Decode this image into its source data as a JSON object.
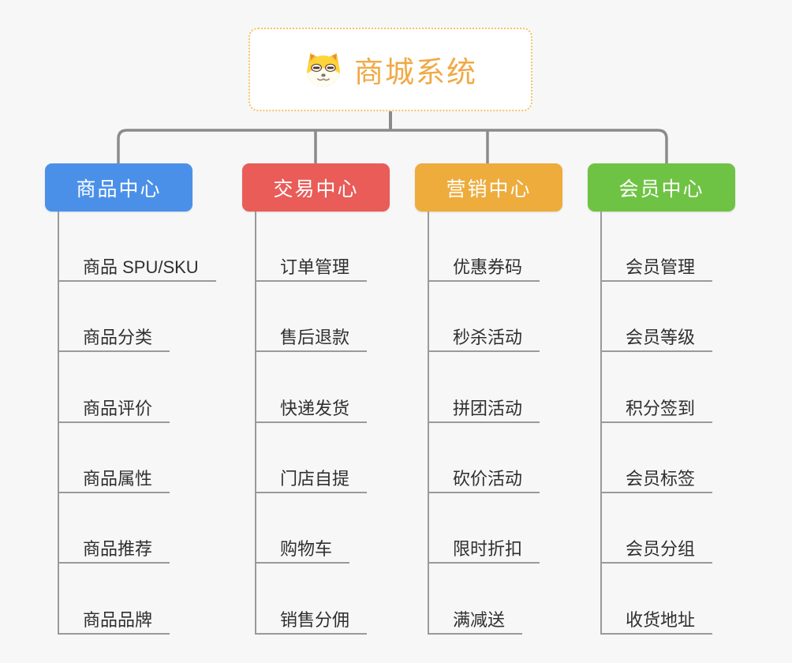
{
  "page": {
    "background_color": "#f7f7f7"
  },
  "root": {
    "title": "商城系统",
    "icon": "doge-icon",
    "text_color": "#f0a945",
    "border_color": "#f6c161"
  },
  "connector_color": "#8b8b8b",
  "leaf_line_color": "#9a9a9a",
  "branches": [
    {
      "label": "商品中心",
      "color": "#4b90e8",
      "items": [
        "商品 SPU/SKU",
        "商品分类",
        "商品评价",
        "商品属性",
        "商品推荐",
        "商品品牌"
      ]
    },
    {
      "label": "交易中心",
      "color": "#e95c58",
      "items": [
        "订单管理",
        "售后退款",
        "快递发货",
        "门店自提",
        "购物车",
        "销售分佣"
      ]
    },
    {
      "label": "营销中心",
      "color": "#edac3c",
      "items": [
        "优惠券码",
        "秒杀活动",
        "拼团活动",
        "砍价活动",
        "限时折扣",
        "满减送"
      ]
    },
    {
      "label": "会员中心",
      "color": "#6fc344",
      "items": [
        "会员管理",
        "会员等级",
        "积分签到",
        "会员标签",
        "会员分组",
        "收货地址"
      ]
    }
  ]
}
